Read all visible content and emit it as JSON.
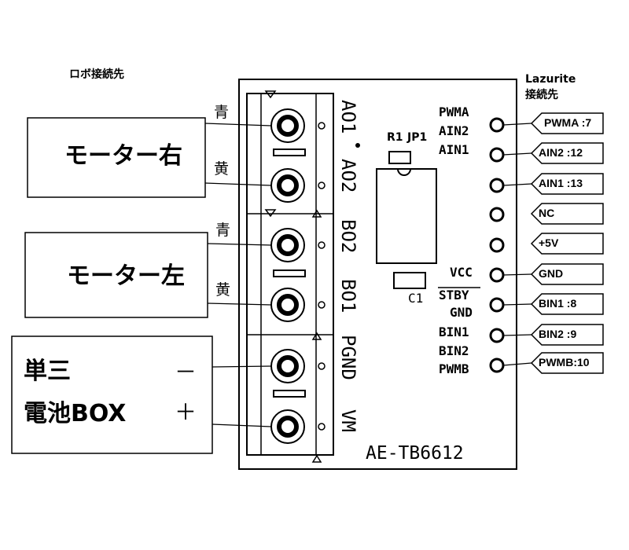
{
  "top": {
    "robot_label": "ロボ接続先",
    "lazurite_line1": "Lazurite",
    "lazurite_line2": "接続先"
  },
  "motors": {
    "right": {
      "label": "モーター右",
      "wire1": "青",
      "wire2": "黄"
    },
    "left": {
      "label": "モーター左",
      "wire1": "青",
      "wire2": "黄"
    }
  },
  "battery": {
    "line1": "単三",
    "line2": "電池BOX",
    "minus": "－",
    "plus": "＋"
  },
  "board": {
    "name": "AE-TB6612",
    "terminal_labels": [
      "AO1",
      "AO2",
      "BO2",
      "BO1",
      "PGND",
      "VM"
    ],
    "r1": "R1",
    "jp1": "JP1",
    "c1": "C1",
    "vcc": "VCC",
    "stby": "STBY",
    "gnd": "GND",
    "pin_labels": {
      "pwma": "PWMA",
      "ain2": "AIN2",
      "ain1": "AIN1",
      "bin1": "BIN1",
      "bin2": "BIN2",
      "pwmb": "PWMB"
    }
  },
  "lazurite_tags": [
    "PWMA :7",
    "AIN2 :12",
    "AIN1 :13",
    "NC",
    "+5V",
    "GND",
    "BIN1 :8",
    "BIN2 :9",
    "PWMB:10"
  ]
}
